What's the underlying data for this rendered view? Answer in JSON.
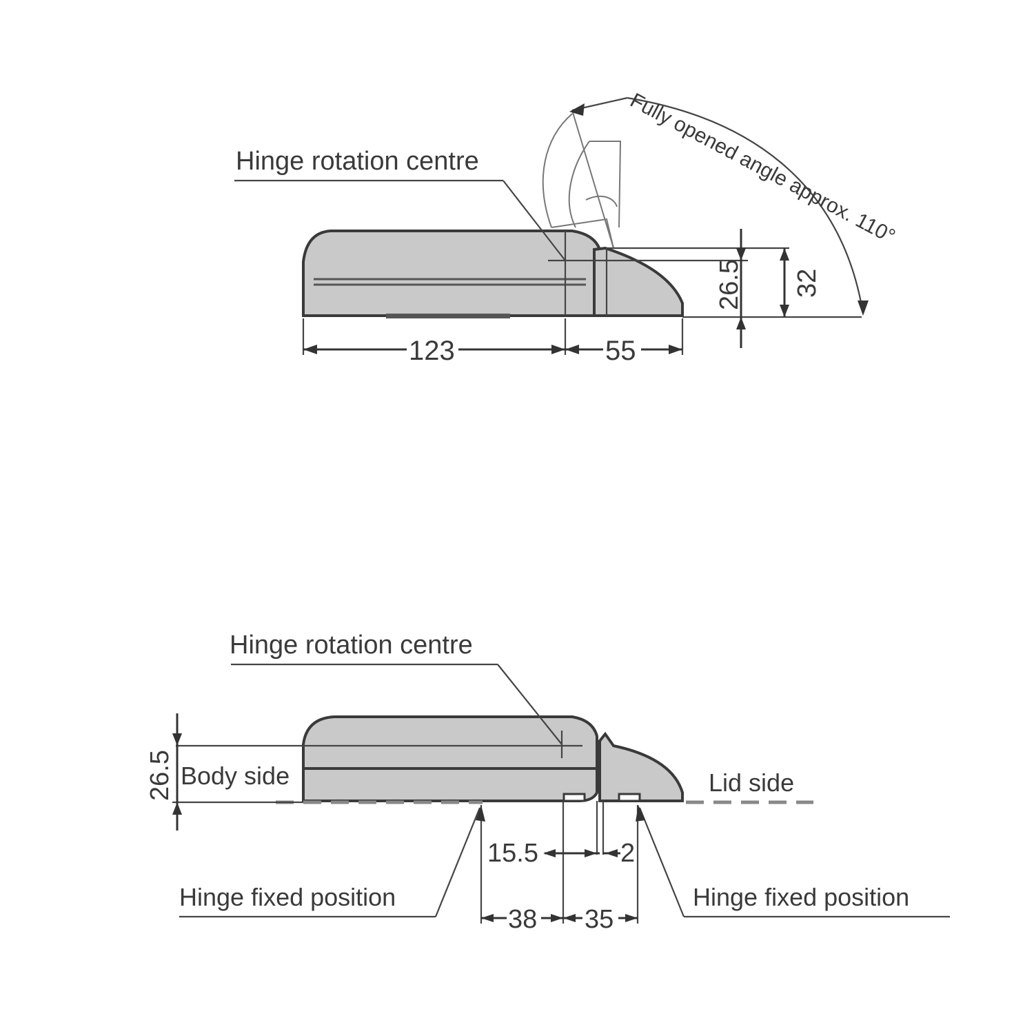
{
  "top_view": {
    "label_rotation": "Hinge rotation centre",
    "label_angle": "Fully opened angle approx. 110°",
    "dim_length_body": "123",
    "dim_length_lid": "55",
    "dim_height_inner": "26.5",
    "dim_height_outer": "32"
  },
  "bottom_view": {
    "label_rotation": "Hinge rotation centre",
    "label_body_side": "Body side",
    "label_lid_side": "Lid side",
    "label_fixed_left": "Hinge fixed position",
    "label_fixed_right": "Hinge fixed position",
    "dim_height": "26.5",
    "dim_offset": "15.5",
    "dim_gap": "2",
    "dim_left_span": "38",
    "dim_right_span": "35"
  },
  "colors": {
    "body_fill": "#c9c9c9",
    "line": "#333333"
  }
}
